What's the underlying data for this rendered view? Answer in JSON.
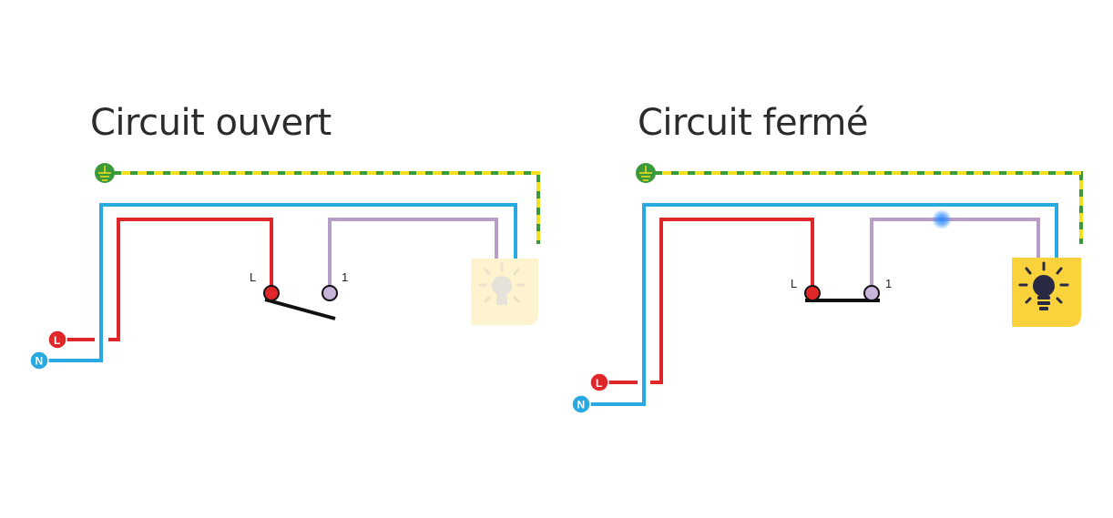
{
  "panels": [
    {
      "title": "Circuit ouvert",
      "switch_state": "open",
      "lamp_state": "off"
    },
    {
      "title": "Circuit fermé",
      "switch_state": "closed",
      "lamp_state": "on"
    }
  ],
  "labels": {
    "phase": "L",
    "neutral": "N",
    "switch_in": "L",
    "switch_out": "1"
  },
  "icons": {
    "ground": "ground-icon",
    "bulb": "light-bulb-icon"
  },
  "colors": {
    "phase": "#e1262a",
    "neutral": "#29a9e1",
    "return": "#b79ec8",
    "earth_green": "#3a9a3a",
    "earth_yellow": "#f2e021",
    "lamp_on": "#f9d23c",
    "lamp_off": "#fdf3cf",
    "current_glow": "#2f8cff"
  }
}
